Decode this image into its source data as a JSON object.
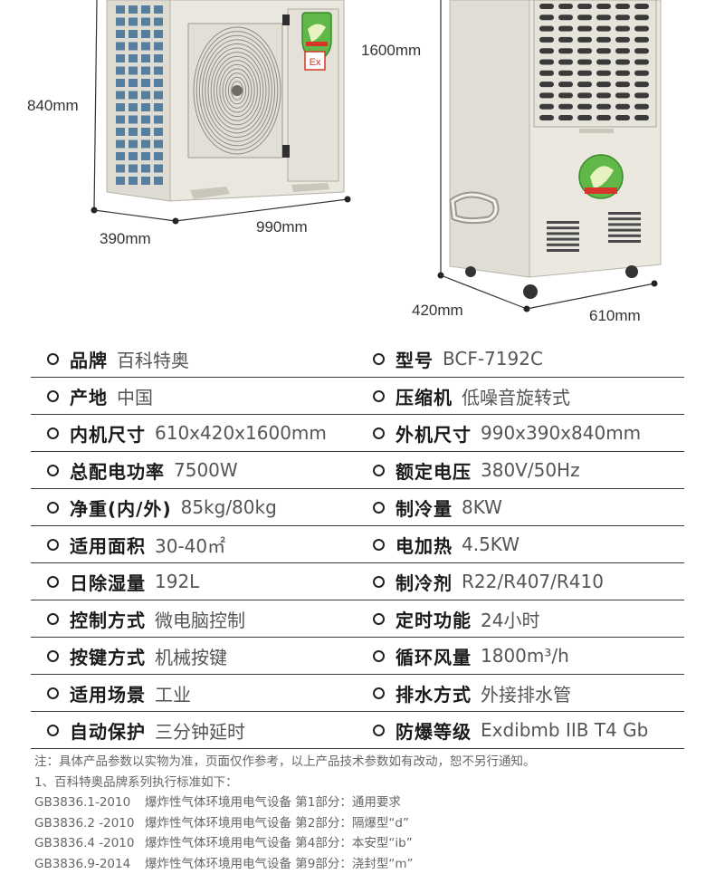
{
  "dimensions": {
    "outdoor_height": "840mm",
    "outdoor_depth": "390mm",
    "outdoor_width": "990mm",
    "indoor_height": "1600mm",
    "indoor_depth": "420mm",
    "indoor_width": "610mm"
  },
  "badge_text": "Ex",
  "specs": [
    {
      "left": {
        "label": "品牌",
        "value": "百科特奥"
      },
      "right": {
        "label": "型号",
        "value": "BCF-7192C"
      }
    },
    {
      "left": {
        "label": "产地",
        "value": "中国"
      },
      "right": {
        "label": "压缩机",
        "value": "低噪音旋转式"
      }
    },
    {
      "left": {
        "label": "内机尺寸",
        "value": "610x420x1600mm"
      },
      "right": {
        "label": "外机尺寸",
        "value": "990x390x840mm"
      }
    },
    {
      "left": {
        "label": "总配电功率",
        "value": "7500W"
      },
      "right": {
        "label": "额定电压",
        "value": "380V/50Hz"
      }
    },
    {
      "left": {
        "label": "净重(内/外)",
        "value": "85kg/80kg"
      },
      "right": {
        "label": "制冷量",
        "value": "8KW"
      }
    },
    {
      "left": {
        "label": "适用面积",
        "value": "30-40㎡"
      },
      "right": {
        "label": "电加热",
        "value": "4.5KW"
      }
    },
    {
      "left": {
        "label": "日除湿量",
        "value": "192L"
      },
      "right": {
        "label": "制冷剂",
        "value": "R22/R407/R410"
      }
    },
    {
      "left": {
        "label": "控制方式",
        "value": "微电脑控制"
      },
      "right": {
        "label": "定时功能",
        "value": "24小时"
      }
    },
    {
      "left": {
        "label": "按键方式",
        "value": "机械按键"
      },
      "right": {
        "label": "循环风量",
        "value": "1800m³/h"
      }
    },
    {
      "left": {
        "label": "适用场景",
        "value": "工业"
      },
      "right": {
        "label": "排水方式",
        "value": "外接排水管"
      }
    },
    {
      "left": {
        "label": "自动保护",
        "value": "三分钟延时"
      },
      "right": {
        "label": "防爆等级",
        "value": "Exdibmb IIB T4 Gb"
      }
    }
  ],
  "notes": {
    "disclaimer": "注：具体产品参数以实物为准，页面仅作参考，以上产品技术参数如有改动，恕不另行通知。",
    "standards_intro": "1、百科特奥品牌系列执行标准如下：",
    "standards": [
      {
        "code": "GB3836.1-2010",
        "desc": "爆炸性气体环境用电气设备 第1部分：通用要求"
      },
      {
        "code": "GB3836.2 -2010",
        "desc": "爆炸性气体环境用电气设备 第2部分：隔爆型“d”"
      },
      {
        "code": "GB3836.4 -2010",
        "desc": "爆炸性气体环境用电气设备 第4部分：本安型“ib”"
      },
      {
        "code": "GB3836.9-2014",
        "desc": "爆炸性气体环境用电气设备 第9部分：浇封型“m”"
      }
    ]
  },
  "colors": {
    "unit_body": "#e8e6dc",
    "unit_shadow": "#c9c7bc",
    "coil": "#3e6f96",
    "badge_green": "#4aa83c",
    "badge_red": "#d8342a"
  }
}
